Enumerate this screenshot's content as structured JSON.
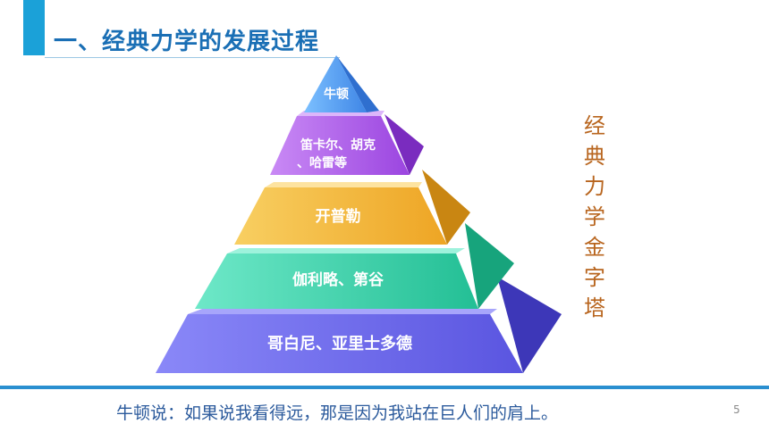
{
  "header": {
    "title": "一、经典力学的发展过程"
  },
  "pyramid": {
    "tiers": [
      {
        "label": "牛顿",
        "color": "#5aa4f0"
      },
      {
        "label_line1": "笛卡尔、胡克",
        "label_line2": "、哈雷等",
        "color": "#b061e8"
      },
      {
        "label": "开普勒",
        "color": "#f2b832"
      },
      {
        "label": "伽利略、第谷",
        "color": "#2fd4a8"
      },
      {
        "label": "哥白尼、亚里士多德",
        "color": "#6a66ec"
      }
    ]
  },
  "side_title": "经典力学金字塔",
  "footer": {
    "quote": "牛顿说：如果说我看得远，那是因为我站在巨人们的肩上。",
    "page_number": "5"
  }
}
